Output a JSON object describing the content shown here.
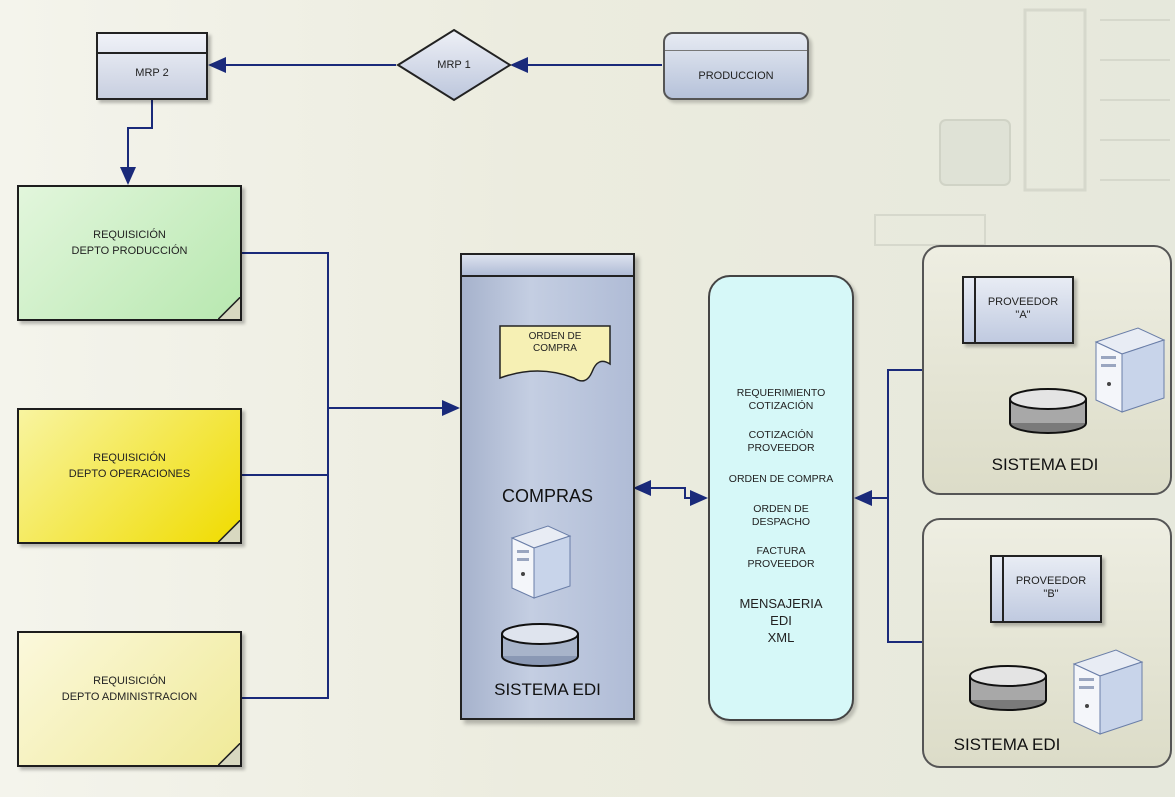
{
  "mrp2": {
    "label": "MRP 2"
  },
  "mrp1": {
    "label": "MRP 1"
  },
  "produccion": {
    "label": "PRODUCCION"
  },
  "requisiciones": [
    {
      "line1": "REQUISICIÓN",
      "line2": "DEPTO PRODUCCIÓN",
      "color": "#c8eec0"
    },
    {
      "line1": "REQUISICIÓN",
      "line2": "DEPTO OPERACIONES",
      "color": "#f2e200"
    },
    {
      "line1": "REQUISICIÓN",
      "line2": "DEPTO ADMINISTRACION",
      "color": "#f4f0b0"
    }
  ],
  "compras": {
    "orden_line1": "ORDEN DE",
    "orden_line2": "COMPRA",
    "title": "COMPRAS",
    "sistema": "SISTEMA EDI"
  },
  "mensajeria": {
    "items": [
      {
        "line1": "REQUERIMIENTO",
        "line2": "COTIZACIÓN"
      },
      {
        "line1": "COTIZACIÓN",
        "line2": "PROVEEDOR"
      },
      {
        "line1": "ORDEN DE COMPRA",
        "line2": ""
      },
      {
        "line1": "ORDEN DE",
        "line2": "DESPACHO"
      },
      {
        "line1": "FACTURA",
        "line2": "PROVEEDOR"
      }
    ],
    "footer1": "MENSAJERIA",
    "footer2": "EDI",
    "footer3": "XML"
  },
  "proveedor_a": {
    "line1": "PROVEEDOR",
    "line2": "\"A\"",
    "sistema": "SISTEMA EDI"
  },
  "proveedor_b": {
    "line1": "PROVEEDOR",
    "line2": "\"B\"",
    "sistema": "SISTEMA EDI"
  },
  "colors": {
    "connector": "#1a2a7a",
    "compras_fill": "#b8c4dc",
    "mensajeria_fill": "#d8fafa",
    "proveedor_fill": "#e6e6d4"
  }
}
